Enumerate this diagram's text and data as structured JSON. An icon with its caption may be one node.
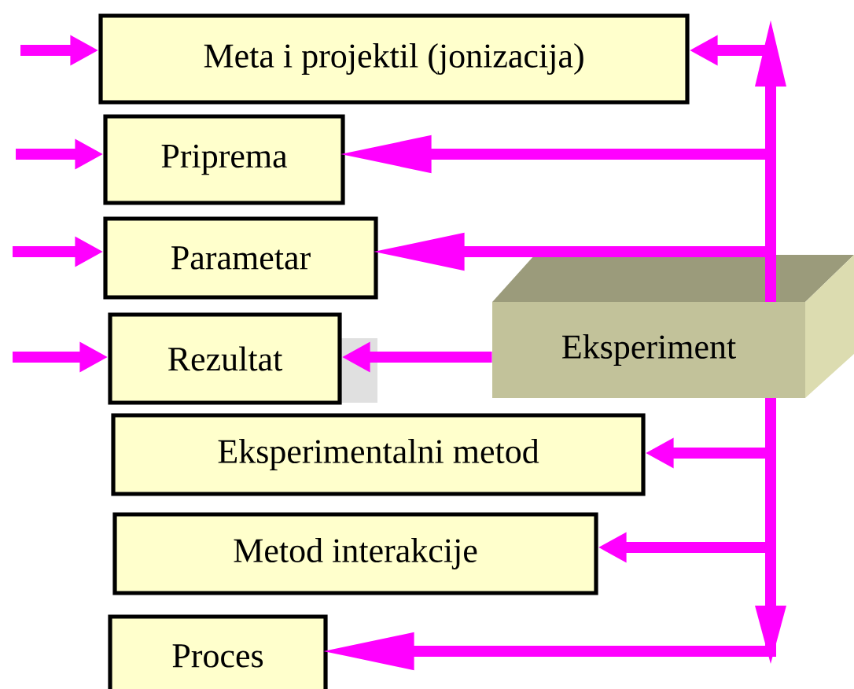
{
  "diagram": {
    "nodes": [
      {
        "text": [
          "Meta i projektil (jonizacija)"
        ]
      },
      {
        "text": [
          "Priprema"
        ]
      },
      {
        "text": [
          "Parametar"
        ]
      },
      {
        "text": [
          "Rezultat"
        ]
      },
      {
        "text": [
          "Eksperiment"
        ]
      },
      {
        "text": [
          "Eksperimentalni metod"
        ]
      },
      {
        "text": [
          "Metod interakcije"
        ]
      },
      {
        "text": [
          "Proces"
        ]
      }
    ],
    "edges": [
      {
        "from": null,
        "to": 0,
        "arrow": "to"
      },
      {
        "from": null,
        "to": 1,
        "arrow": "to"
      },
      {
        "from": null,
        "to": 2,
        "arrow": "to"
      },
      {
        "from": null,
        "to": 3,
        "arrow": "to"
      },
      {
        "from": 4,
        "to": 0,
        "arrow": "to"
      },
      {
        "from": 4,
        "to": 1,
        "arrow": "to"
      },
      {
        "from": 4,
        "to": 2,
        "arrow": "to"
      },
      {
        "from": 4,
        "to": 3,
        "arrow": "to"
      },
      {
        "from": 4,
        "to": 5,
        "arrow": "to"
      },
      {
        "from": 4,
        "to": 6,
        "arrow": "to"
      },
      {
        "from": 4,
        "to": 7,
        "arrow": "to"
      }
    ]
  }
}
